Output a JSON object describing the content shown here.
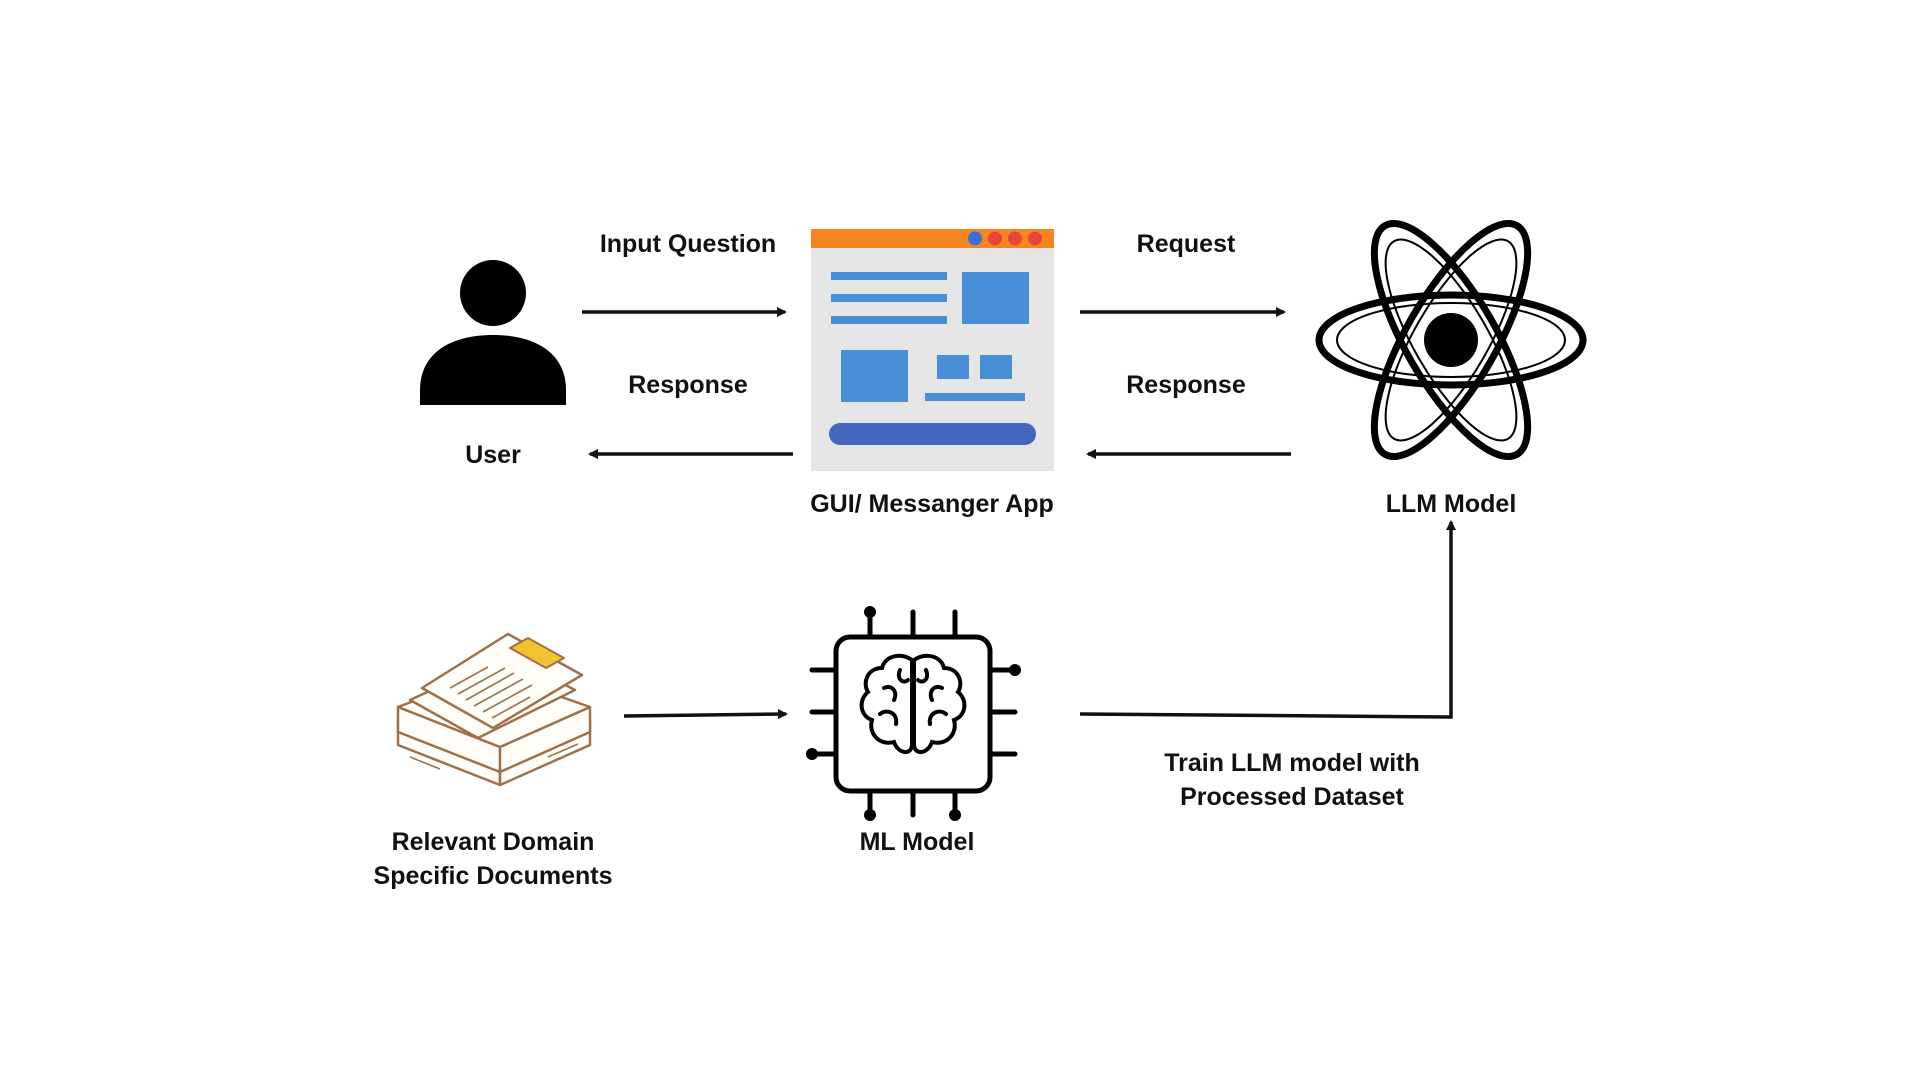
{
  "nodes": {
    "user": {
      "label": "User"
    },
    "gui_app": {
      "label": "GUI/ Messanger App"
    },
    "llm_model": {
      "label": "LLM Model"
    },
    "documents": {
      "label_line1": "Relevant Domain",
      "label_line2": "Specific Documents"
    },
    "ml_model": {
      "label": "ML Model"
    }
  },
  "edges": {
    "input_question": {
      "label": "Input Question"
    },
    "response_to_user": {
      "label": "Response"
    },
    "request": {
      "label": "Request"
    },
    "response_from_llm": {
      "label": "Response"
    },
    "train": {
      "label_line1": "Train LLM model with",
      "label_line2": "Processed Dataset"
    }
  },
  "colors": {
    "window_bar": "#F5861F",
    "window_body": "#E6E6E6",
    "ui_blue": "#4A90D9",
    "ui_button": "#4468C0",
    "dot_blue": "#3B6FD6",
    "dot_red": "#E8463A",
    "doc_outline": "#A0704A",
    "doc_highlight": "#F2C230"
  }
}
